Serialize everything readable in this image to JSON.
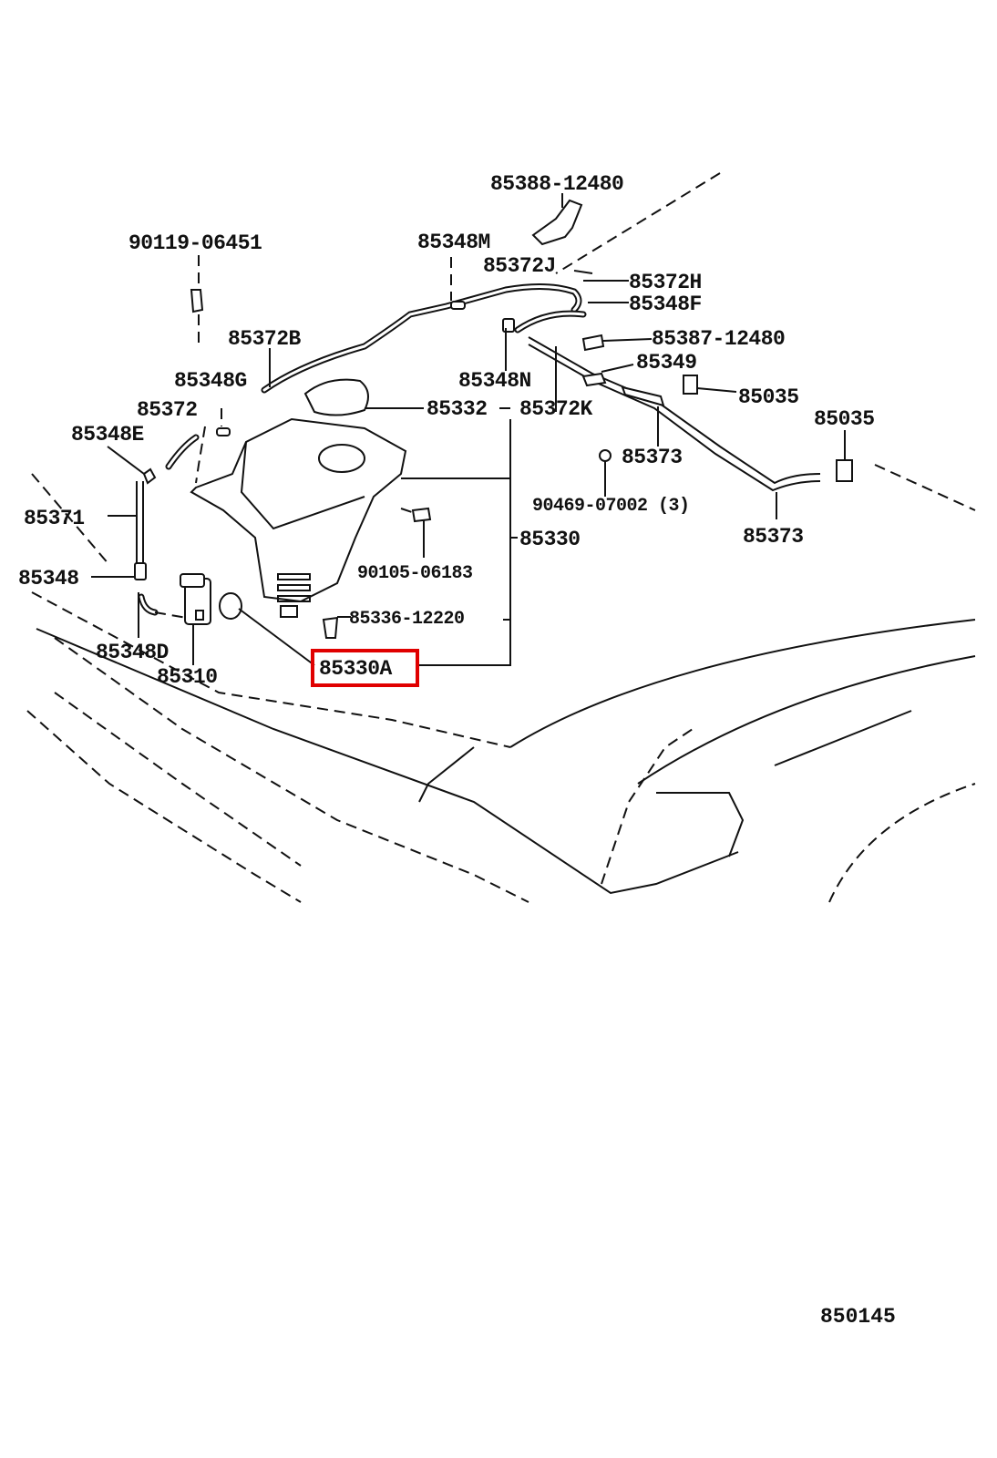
{
  "diagram": {
    "id": "850145",
    "highlighted": "85330A",
    "highlight_color": "#e00000",
    "labels": {
      "p85388_12480": "85388-12480",
      "p90119_06451": "90119-06451",
      "p85348M": "85348M",
      "p85372J": "85372J",
      "p85372H": "85372H",
      "p85348F": "85348F",
      "p85387_12480": "85387-12480",
      "p85372B": "85372B",
      "p85349": "85349",
      "p85348G": "85348G",
      "p85348N": "85348N",
      "p85035a": "85035",
      "p85035b": "85035",
      "p85372": "85372",
      "p85332": "85332",
      "p85372K": "85372K",
      "p85348E": "85348E",
      "p85373a": "85373",
      "p90469_07002": "90469-07002 (3)",
      "p85371": "85371",
      "p85330": "85330",
      "p85373b": "85373",
      "p90105_06183": "90105-06183",
      "p85348": "85348",
      "p85336_12220": "85336-12220",
      "p85348D": "85348D",
      "p85330A": "85330A",
      "p85310": "85310"
    }
  }
}
